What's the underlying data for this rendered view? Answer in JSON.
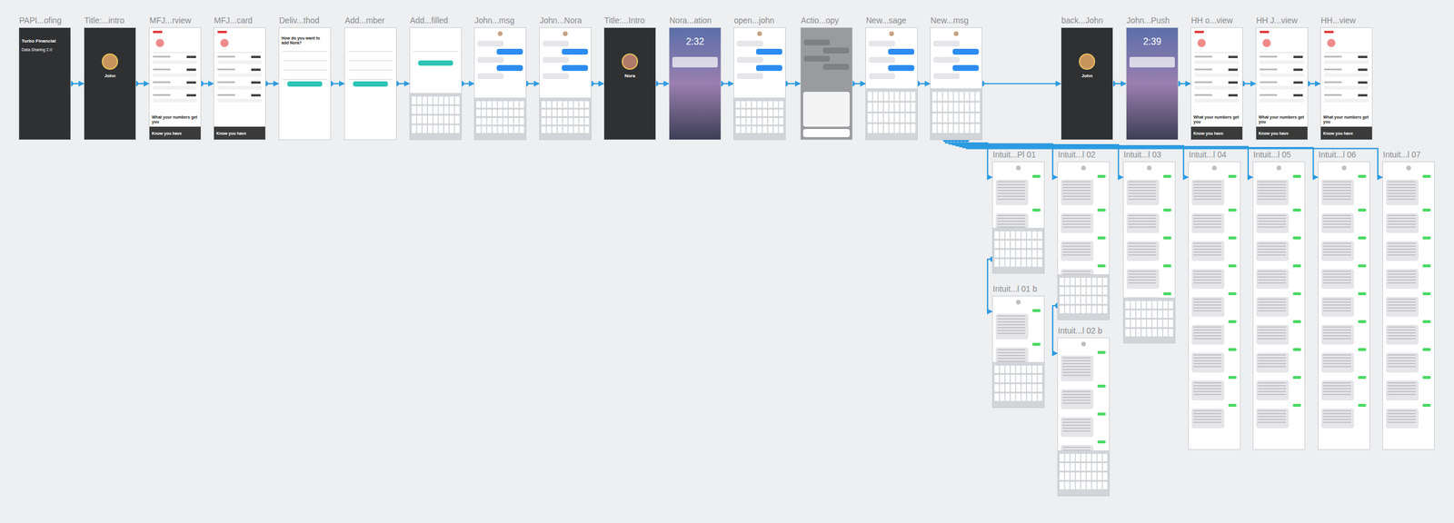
{
  "diagram": {
    "nodes": [
      {
        "text": [
          "PAPI...ofing",
          "Turbo Financial",
          "Data Sharing 2.0"
        ]
      },
      {
        "text": [
          "Title:...intro",
          "John"
        ]
      },
      {
        "text": [
          "MFJ...rview",
          "What your numbers get you",
          "Know you have"
        ]
      },
      {
        "text": [
          "MFJ...card",
          "Know you have"
        ]
      },
      {
        "text": [
          "Deliv...thod",
          "How do you want to add Nora?"
        ]
      },
      {
        "text": [
          "Add...mber"
        ]
      },
      {
        "text": [
          "Add...filled"
        ]
      },
      {
        "text": [
          "John...msg"
        ]
      },
      {
        "text": [
          "John...Nora"
        ]
      },
      {
        "text": [
          "Title:...Intro",
          "Nora"
        ]
      },
      {
        "text": [
          "Nora...ation",
          "2:32"
        ]
      },
      {
        "text": [
          "open...john"
        ]
      },
      {
        "text": [
          "Actio...opy"
        ]
      },
      {
        "text": [
          "New...sage"
        ]
      },
      {
        "text": [
          "New...msg"
        ]
      },
      {
        "text": [
          "back...John",
          "John"
        ]
      },
      {
        "text": [
          "John...Push",
          "2:39"
        ]
      },
      {
        "text": [
          "HH o...view",
          "What your numbers get you",
          "Know you have"
        ]
      },
      {
        "text": [
          "HH J...view",
          "What your numbers get you",
          "Know you have"
        ]
      },
      {
        "text": [
          "HH...view",
          "What your numbers get you",
          "Know you have"
        ]
      },
      {
        "text": [
          "Intuit...Pl 01"
        ]
      },
      {
        "text": [
          "Intuit...l 02"
        ]
      },
      {
        "text": [
          "Intuit...l 03"
        ]
      },
      {
        "text": [
          "Intuit...l 04"
        ]
      },
      {
        "text": [
          "Intuit...l 05"
        ]
      },
      {
        "text": [
          "Intuit...l 06"
        ]
      },
      {
        "text": [
          "Intuit...l 07"
        ]
      },
      {
        "text": [
          "Intuit...l 01 b"
        ]
      },
      {
        "text": [
          "Intuit...l 02 b"
        ]
      }
    ],
    "edges": [
      {
        "from": 0,
        "to": 1,
        "arrow": "to"
      },
      {
        "from": 1,
        "to": 2,
        "arrow": "to"
      },
      {
        "from": 2,
        "to": 3,
        "arrow": "to"
      },
      {
        "from": 3,
        "to": 4,
        "arrow": "to"
      },
      {
        "from": 4,
        "to": 5,
        "arrow": "to"
      },
      {
        "from": 5,
        "to": 6,
        "arrow": "to"
      },
      {
        "from": 6,
        "to": 7,
        "arrow": "to"
      },
      {
        "from": 7,
        "to": 8,
        "arrow": "to"
      },
      {
        "from": 8,
        "to": 9,
        "arrow": "to"
      },
      {
        "from": 9,
        "to": 10,
        "arrow": "to"
      },
      {
        "from": 10,
        "to": 11,
        "arrow": "to"
      },
      {
        "from": 11,
        "to": 12,
        "arrow": "to"
      },
      {
        "from": 12,
        "to": 13,
        "arrow": "to"
      },
      {
        "from": 13,
        "to": 14,
        "arrow": "to"
      },
      {
        "from": 14,
        "to": 15,
        "arrow": "to"
      },
      {
        "from": 15,
        "to": 16,
        "arrow": "to"
      },
      {
        "from": 16,
        "to": 17,
        "arrow": "to"
      },
      {
        "from": 17,
        "to": 18,
        "arrow": "to"
      },
      {
        "from": 18,
        "to": 19,
        "arrow": "to"
      },
      {
        "from": 14,
        "to": 20,
        "arrow": "to"
      },
      {
        "from": 14,
        "to": 21,
        "arrow": "to"
      },
      {
        "from": 14,
        "to": 22,
        "arrow": "to"
      },
      {
        "from": 14,
        "to": 23,
        "arrow": "to"
      },
      {
        "from": 14,
        "to": 24,
        "arrow": "to"
      },
      {
        "from": 14,
        "to": 25,
        "arrow": "to"
      },
      {
        "from": 14,
        "to": 26,
        "arrow": "to"
      },
      {
        "from": 20,
        "to": 27,
        "arrow": "to"
      },
      {
        "from": 21,
        "to": 28,
        "arrow": "to"
      }
    ]
  }
}
